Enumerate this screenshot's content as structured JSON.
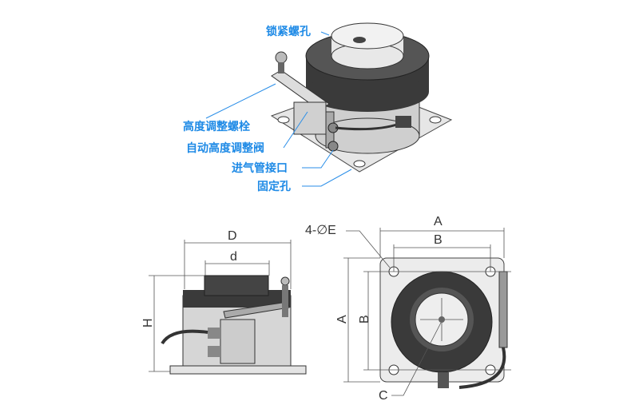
{
  "callouts": {
    "lock_screw_hole": "锁紧螺孔",
    "height_adjust_bolt": "高度调整螺栓",
    "auto_height_valve": "自动高度调整阀",
    "air_inlet": "进气管接口",
    "fixing_hole": "固定孔"
  },
  "dimensions": {
    "D": "D",
    "d": "d",
    "H": "H",
    "hole_spec": "4-∅E",
    "A_top": "A",
    "B_top": "B",
    "A_side": "A",
    "B_side": "B",
    "C": "C"
  },
  "colors": {
    "callout": "#1e8ae6",
    "body_dark": "#3a3a3a",
    "body_light": "#d8d8d8"
  }
}
